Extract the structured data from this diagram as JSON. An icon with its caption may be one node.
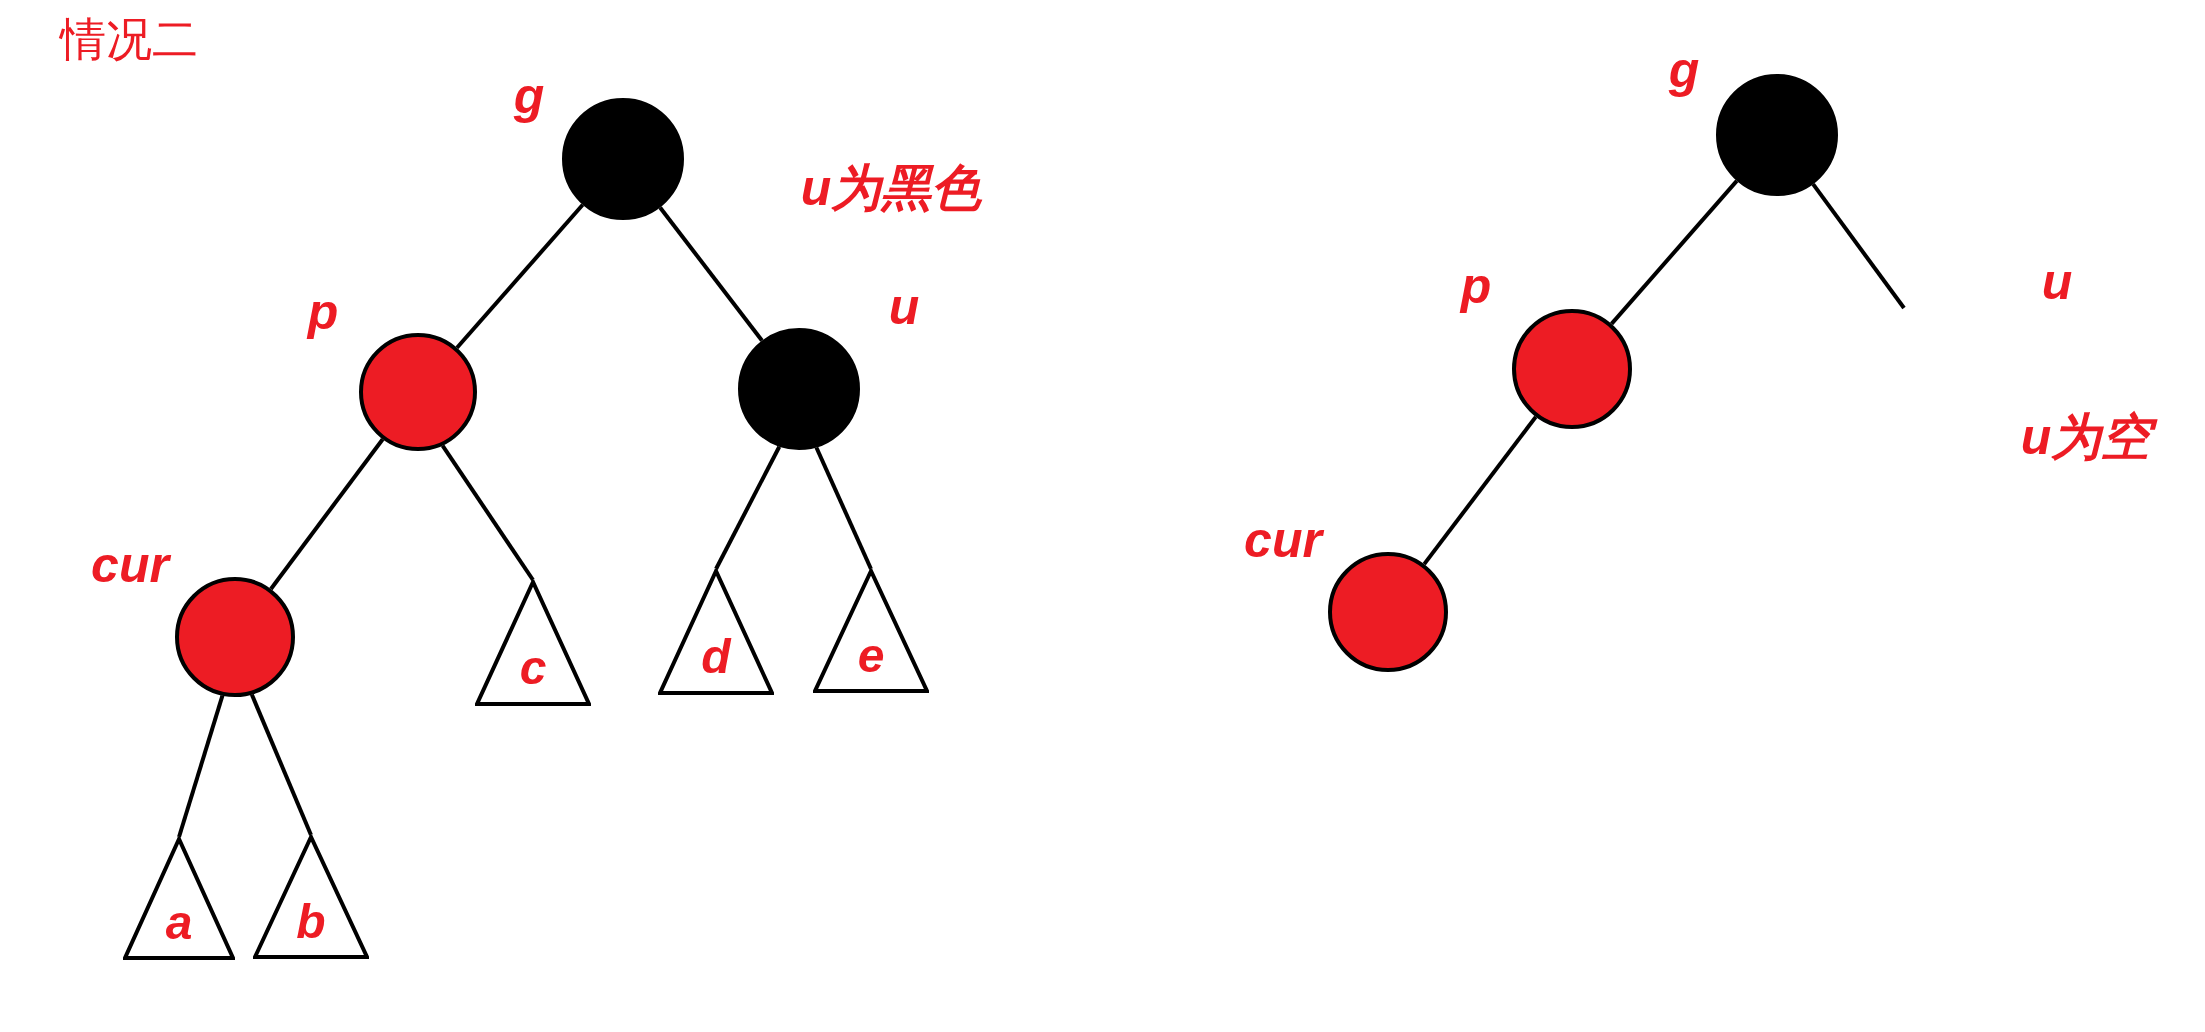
{
  "diagram": {
    "title": "情况二",
    "nodes": [
      {
        "text": [],
        "shape": "circle",
        "beside": [
          "g"
        ]
      },
      {
        "text": [],
        "shape": "circle",
        "beside": [
          "p"
        ]
      },
      {
        "text": [],
        "shape": "circle",
        "beside": [
          "u"
        ]
      },
      {
        "text": [],
        "shape": "circle",
        "beside": [
          "cur"
        ]
      },
      {
        "text": [
          "c"
        ]
      },
      {
        "text": [
          "d"
        ]
      },
      {
        "text": [
          "e"
        ]
      },
      {
        "text": [
          "a"
        ]
      },
      {
        "text": [
          "b"
        ]
      },
      {
        "text": [],
        "shape": "circle",
        "beside": [
          "g"
        ]
      },
      {
        "text": [],
        "shape": "circle",
        "beside": [
          "p"
        ]
      },
      {
        "text": [],
        "shape": "circle",
        "beside": [
          "cur"
        ]
      }
    ],
    "edges": [
      {
        "from": 0,
        "to": 1,
        "arrow": "none"
      },
      {
        "from": 0,
        "to": 2,
        "arrow": "none"
      },
      {
        "from": 1,
        "to": 3,
        "arrow": "none"
      },
      {
        "from": 1,
        "to": 4,
        "arrow": "none"
      },
      {
        "from": 2,
        "to": 5,
        "arrow": "none"
      },
      {
        "from": 2,
        "to": 6,
        "arrow": "none"
      },
      {
        "from": 3,
        "to": 7,
        "arrow": "none"
      },
      {
        "from": 3,
        "to": 8,
        "arrow": "none"
      },
      {
        "from": 9,
        "to": 10,
        "arrow": "none"
      },
      {
        "from": 9,
        "to": null,
        "arrow": "none"
      },
      {
        "from": 10,
        "to": 11,
        "arrow": "none"
      }
    ],
    "labels": [
      "u为黑色",
      "u",
      "u为空"
    ]
  }
}
